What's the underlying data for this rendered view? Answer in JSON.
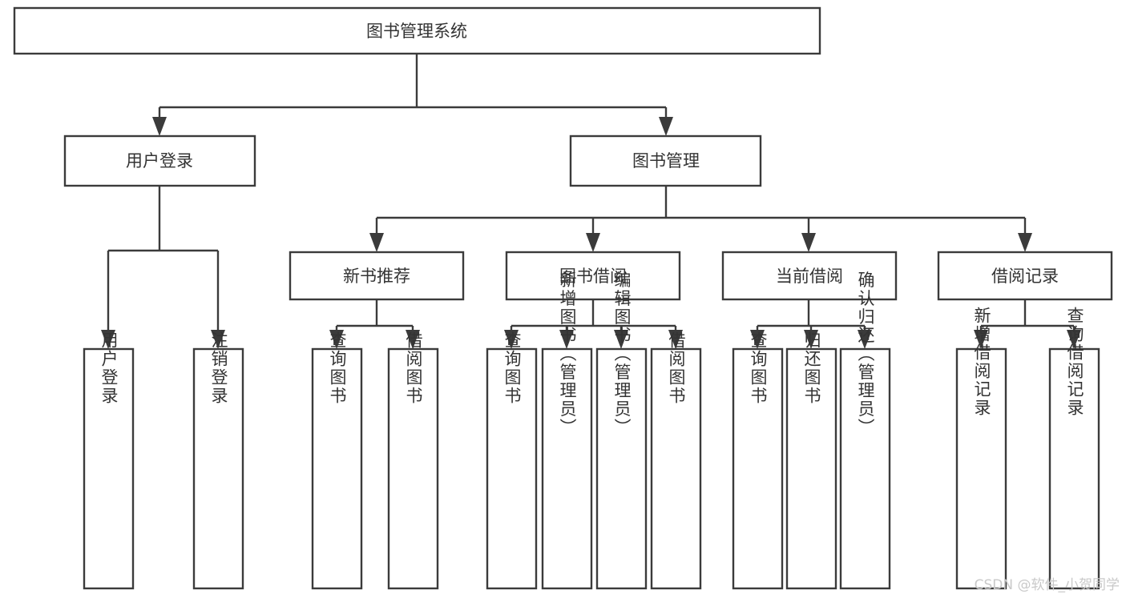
{
  "diagram": {
    "title": "图书管理系统",
    "type": "hierarchy-tree",
    "levels": 4,
    "colors": {
      "box_stroke": "#3b3b3b",
      "box_fill": "#ffffff",
      "text": "#333333",
      "background": "#ffffff",
      "watermark": "#c9c9c9"
    },
    "root": {
      "id": "root",
      "label": "图书管理系统"
    },
    "level2": [
      {
        "id": "user-login",
        "label": "用户登录"
      },
      {
        "id": "book-management",
        "label": "图书管理"
      }
    ],
    "level3": [
      {
        "id": "new-book-recommend",
        "label": "新书推荐",
        "parent": "book-management"
      },
      {
        "id": "book-borrow",
        "label": "图书借阅",
        "parent": "book-management"
      },
      {
        "id": "current-borrow",
        "label": "当前借阅",
        "parent": "book-management"
      },
      {
        "id": "borrow-record",
        "label": "借阅记录",
        "parent": "book-management"
      }
    ],
    "leaves": {
      "user-login": [
        {
          "id": "leaf-user-login",
          "label": "用户登录"
        },
        {
          "id": "leaf-user-logout",
          "label": "注销登录"
        }
      ],
      "new-book-recommend": [
        {
          "id": "leaf-query-book-1",
          "label": "查询图书"
        },
        {
          "id": "leaf-borrow-book-1",
          "label": "借阅图书"
        }
      ],
      "book-borrow": [
        {
          "id": "leaf-query-book-2",
          "label": "查询图书"
        },
        {
          "id": "leaf-add-book",
          "label": "新增图书（管理员）"
        },
        {
          "id": "leaf-edit-book",
          "label": "编辑图书（管理员）"
        },
        {
          "id": "leaf-borrow-book-2",
          "label": "借阅图书"
        }
      ],
      "current-borrow": [
        {
          "id": "leaf-query-book-3",
          "label": "查询图书"
        },
        {
          "id": "leaf-return-book",
          "label": "归还图书"
        },
        {
          "id": "leaf-confirm-return",
          "label": "确认归还（管理员）"
        }
      ],
      "borrow-record": [
        {
          "id": "leaf-add-record",
          "label": "新增借阅记录"
        },
        {
          "id": "leaf-query-record",
          "label": "查询借阅记录"
        }
      ]
    }
  },
  "watermark": {
    "text": "CSDN @软件_小贺同学"
  }
}
